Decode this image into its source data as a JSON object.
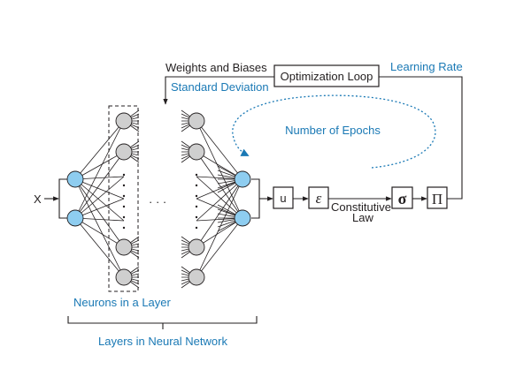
{
  "colors": {
    "ink": "#231f20",
    "accent_blue": "#1a79b5",
    "io_neuron_fill": "#8ecdf0",
    "hidden_neuron_fill": "#cfcfcf"
  },
  "labels": {
    "input": "X",
    "weights_and_biases": "Weights and Biases",
    "optimization_loop": "Optimization Loop",
    "learning_rate": "Learning Rate",
    "standard_deviation": "Standard Deviation",
    "number_of_epochs": "Number of Epochs",
    "neurons_in_layer": "Neurons in a Layer",
    "layers_in_network": "Layers in Neural Network",
    "constitutive_law_line1": "Constitutive",
    "constitutive_law_line2": "Law"
  },
  "pipeline_blocks": [
    {
      "id": "displacement",
      "symbol": "u"
    },
    {
      "id": "strain",
      "symbol": "ε"
    },
    {
      "id": "stress",
      "symbol": "σ"
    },
    {
      "id": "potential",
      "symbol": "Π"
    }
  ],
  "network": {
    "input_neurons": 2,
    "hidden_layer_shown_neurons": 4,
    "output_neurons": 2,
    "ellipsis": "· · ·"
  }
}
